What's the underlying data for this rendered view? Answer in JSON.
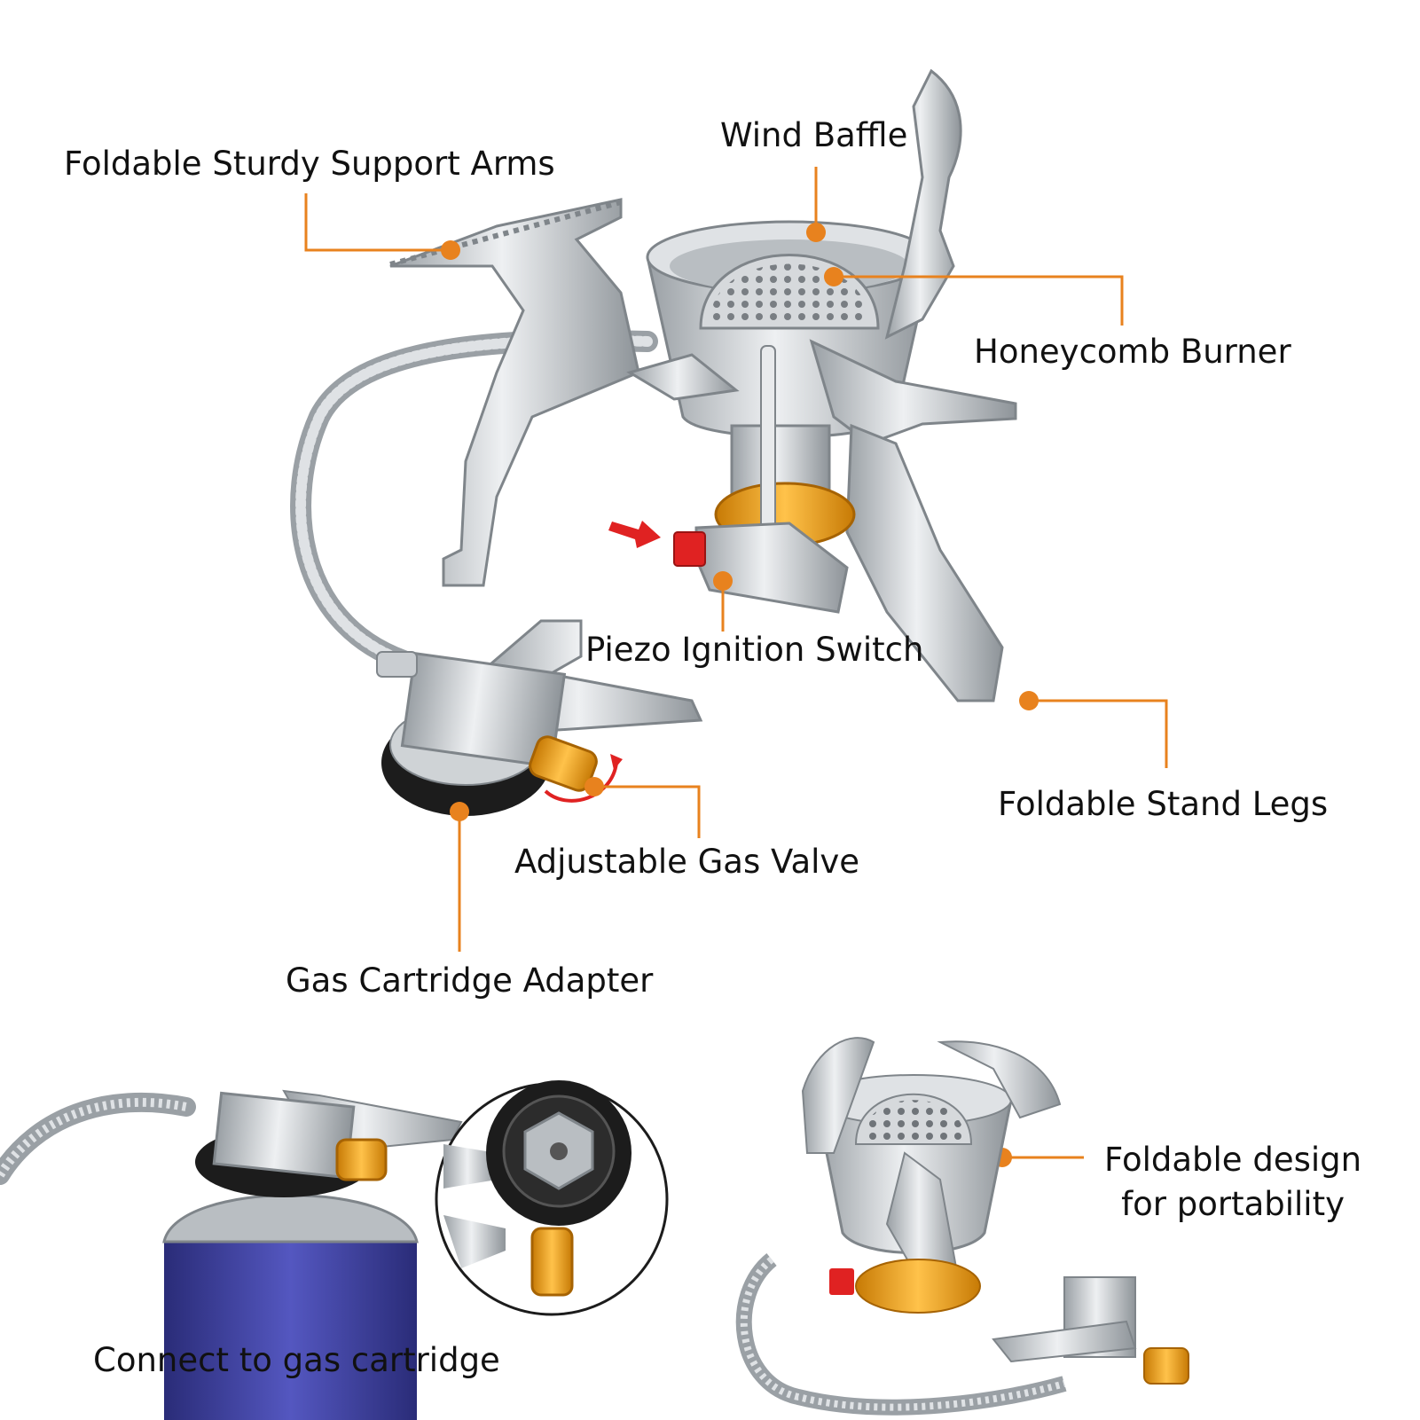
{
  "labels": {
    "support_arms": "Foldable Sturdy Support Arms",
    "wind_baffle": "Wind Baffle",
    "honeycomb_burner": "Honeycomb Burner",
    "piezo_ignition": "Piezo Ignition Switch",
    "stand_legs": "Foldable Stand Legs",
    "gas_valve": "Adjustable Gas Valve",
    "cartridge_adapter": "Gas Cartridge Adapter",
    "connect_cartridge": "Connect to gas cartridge",
    "foldable_design_line1": "Foldable design",
    "foldable_design_line2": "for portability"
  },
  "colors": {
    "accent": "#e8821e",
    "steel": "#c9cdd1",
    "steel_dark": "#8e9499",
    "brass": "#f2a413",
    "ignition_red": "#e02222",
    "cartridge_blue": "#3a3d9a",
    "adapter_black": "#1c1c1c"
  }
}
